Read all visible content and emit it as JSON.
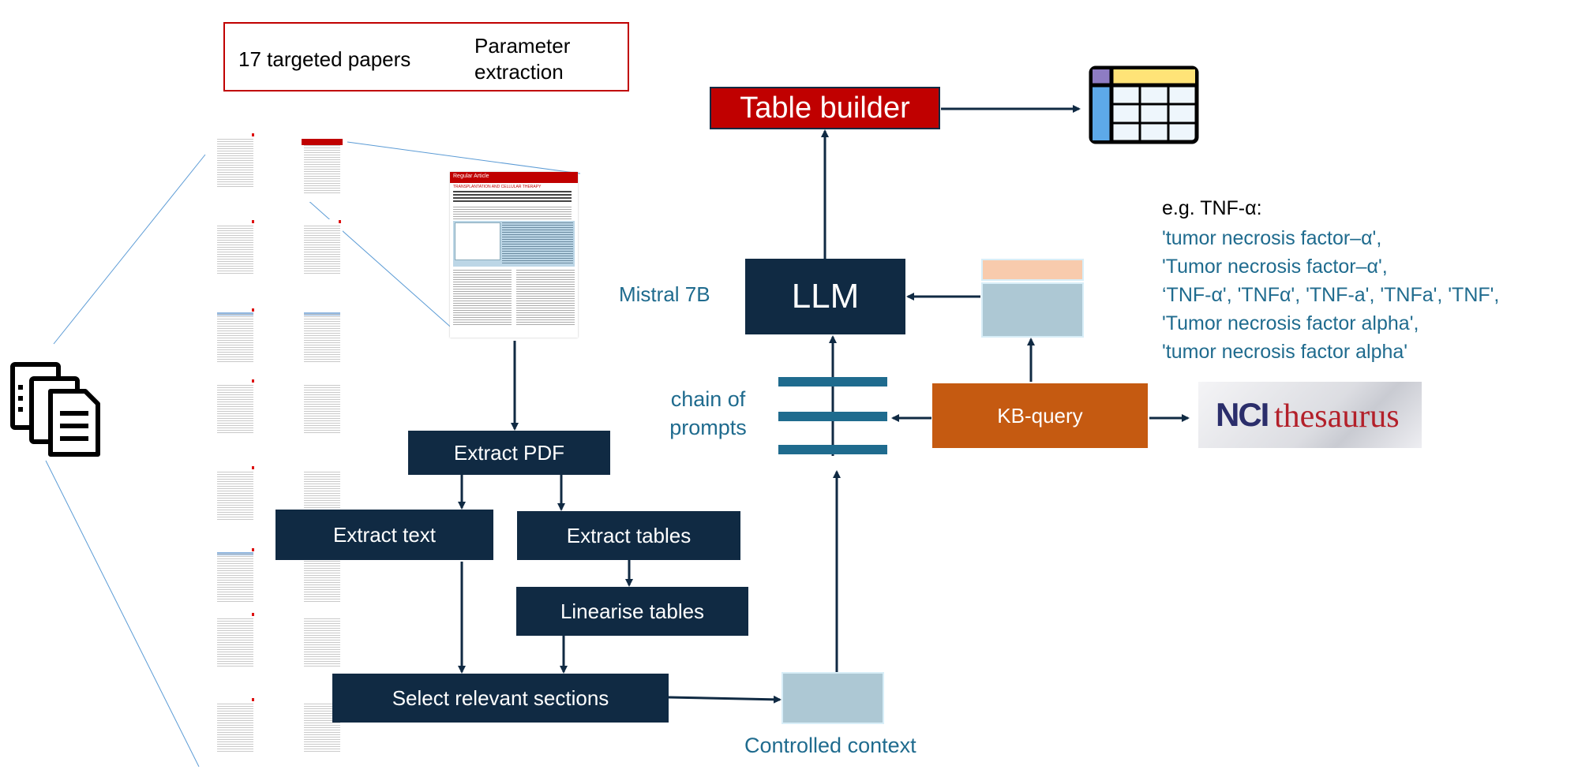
{
  "header_box": {
    "papers_label": "17 targeted papers",
    "extraction_label": "Parameter extraction"
  },
  "nodes": {
    "table_builder": "Table builder",
    "llm": "LLM",
    "model_label": "Mistral 7B",
    "chain_label": "chain of prompts",
    "kb_query": "KB-query",
    "extract_pdf": "Extract PDF",
    "extract_text": "Extract text",
    "extract_tables": "Extract tables",
    "linearise_tables": "Linearise tables",
    "select_sections": "Select relevant sections",
    "controlled_context": "Controlled context"
  },
  "example": {
    "heading": "e.g. TNF-α:",
    "synonyms": [
      "'tumor necrosis factor–α',",
      "'Tumor necrosis factor–α',",
      "‘TNF-α', 'TNFα', 'TNF-a', 'TNFa', 'TNF',",
      "'Tumor necrosis factor alpha',",
      "'tumor necrosis factor alpha'"
    ]
  },
  "logo": {
    "part1": "NCI",
    "part2": "thesaurus"
  },
  "paper_preview": {
    "header": "Regular Article",
    "subheader": "TRANSPLANTATION AND CELLULAR THERAPY"
  },
  "icons": [
    "documents-icon",
    "table-icon"
  ],
  "colors": {
    "navy": "#102a43",
    "red": "#c00000",
    "orange": "#c55a11",
    "light_blue": "#adc8d4",
    "peach": "#f8cbad",
    "teal_text": "#1f6b8e"
  }
}
